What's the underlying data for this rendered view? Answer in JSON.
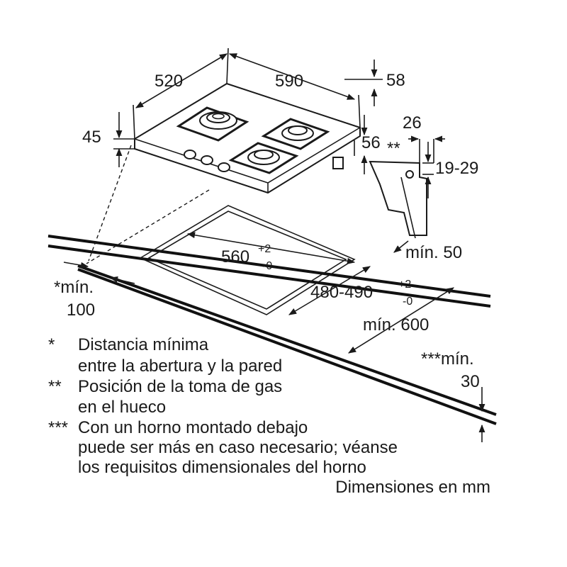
{
  "dimensions": {
    "width_hob": "520",
    "depth_hob": "590",
    "height_hob": "45",
    "offset_right": "58",
    "gas_offset": "56",
    "gas_marker": "**",
    "bracket_width": "26",
    "worktop_thickness": "19-29",
    "cutout_width_main": "560",
    "cutout_width_tol_plus": "+2",
    "cutout_width_tol_minus": "-0",
    "cutout_depth_main": "480-490",
    "cutout_depth_tol_plus": "+2",
    "cutout_depth_tol_minus": "-0",
    "min_front": "mín. 50",
    "min_side_line1": "*mín.",
    "min_side_line2": "100",
    "min_depth": "mín. 600",
    "min_bottom_line1": "***mín.",
    "min_bottom_line2": "30"
  },
  "legend": [
    {
      "marker": "*",
      "lines": [
        "Distancia mínima",
        "entre la abertura y la pared"
      ]
    },
    {
      "marker": "**",
      "lines": [
        "Posición de la toma de gas",
        "en el hueco"
      ]
    },
    {
      "marker": "***",
      "lines": [
        "Con un horno montado debajo",
        "puede ser más en caso necesario; véanse",
        "los requisitos dimensionales del horno"
      ]
    }
  ],
  "units_note": "Dimensiones en mm"
}
